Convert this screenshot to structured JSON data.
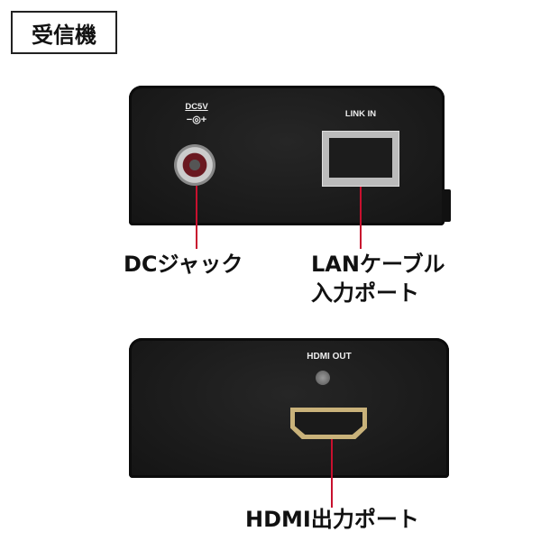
{
  "title": "受信機",
  "top_device": {
    "dc_label": "DC5V",
    "dc_polarity": "−◎+",
    "lan_label": "LINK IN"
  },
  "bottom_device": {
    "hdmi_label": "HDMI OUT"
  },
  "callouts": {
    "dc_jack": "DCジャック",
    "lan_port_line1": "LANケーブル",
    "lan_port_line2": "入力ポート",
    "hdmi_port": "HDMI出力ポート"
  },
  "colors": {
    "leader_line": "#c8102e",
    "device_body": "#1a1a1a"
  }
}
